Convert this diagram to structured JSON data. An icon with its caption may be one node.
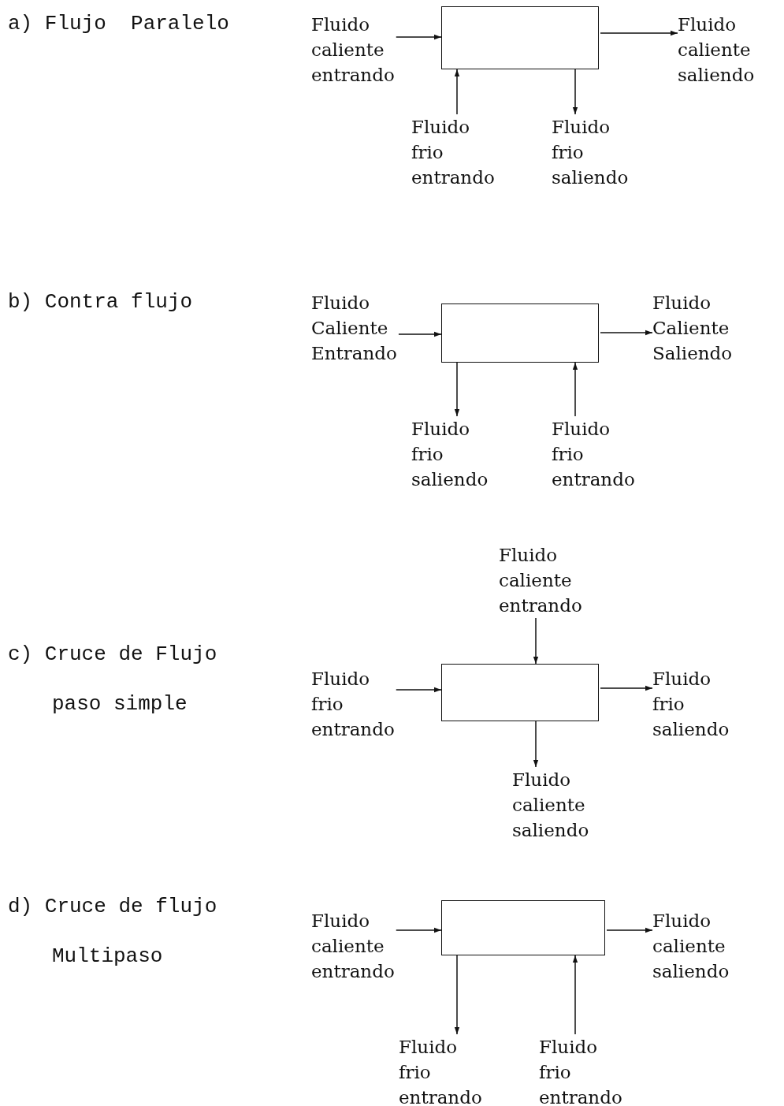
{
  "diagram": {
    "nodes": [
      {
        "text": [
          "Fluido caliente entrando"
        ]
      },
      {
        "text": [],
        "shape": "box"
      },
      {
        "text": [
          "Fluido caliente saliendo"
        ]
      },
      {
        "text": [
          "Fluido frio entrando"
        ]
      },
      {
        "text": [
          "Fluido frio saliendo"
        ]
      },
      {
        "text": [
          "Fluido Caliente Entrando"
        ]
      },
      {
        "text": [],
        "shape": "box"
      },
      {
        "text": [
          "Fluido Caliente Saliendo"
        ]
      },
      {
        "text": [
          "Fluido frio saliendo"
        ]
      },
      {
        "text": [
          "Fluido frio entrando"
        ]
      },
      {
        "text": [
          "Fluido caliente entrando"
        ]
      },
      {
        "text": [
          "Fluido frio entrando"
        ]
      },
      {
        "text": [],
        "shape": "box"
      },
      {
        "text": [
          "Fluido frio saliendo"
        ]
      },
      {
        "text": [
          "Fluido caliente saliendo"
        ]
      },
      {
        "text": [
          "Fluido caliente entrando"
        ]
      },
      {
        "text": [],
        "shape": "box"
      },
      {
        "text": [
          "Fluido caliente saliendo"
        ]
      },
      {
        "text": [
          "Fluido frio entrando"
        ]
      },
      {
        "text": [
          "Fluido frio entrando"
        ]
      }
    ],
    "edges": [
      {
        "from": 0,
        "to": 1,
        "arrow": "to"
      },
      {
        "from": 1,
        "to": 2,
        "arrow": "to"
      },
      {
        "from": 3,
        "to": 1,
        "arrow": "to"
      },
      {
        "from": 1,
        "to": 4,
        "arrow": "to"
      },
      {
        "from": 5,
        "to": 6,
        "arrow": "to"
      },
      {
        "from": 6,
        "to": 7,
        "arrow": "to"
      },
      {
        "from": 6,
        "to": 8,
        "arrow": "to"
      },
      {
        "from": 9,
        "to": 6,
        "arrow": "to"
      },
      {
        "from": 10,
        "to": 12,
        "arrow": "to"
      },
      {
        "from": 11,
        "to": 12,
        "arrow": "to"
      },
      {
        "from": 12,
        "to": 13,
        "arrow": "to"
      },
      {
        "from": 12,
        "to": 14,
        "arrow": "to"
      },
      {
        "from": 15,
        "to": 16,
        "arrow": "to"
      },
      {
        "from": 16,
        "to": 17,
        "arrow": "to"
      },
      {
        "from": 16,
        "to": 18,
        "arrow": "to"
      },
      {
        "from": 19,
        "to": 16,
        "arrow": "to"
      }
    ],
    "labels": [
      "a) Flujo  Paralelo",
      "b) Contra flujo",
      "c) Cruce de Flujo",
      "paso simple",
      "d) Cruce de flujo",
      "Multipaso"
    ]
  }
}
